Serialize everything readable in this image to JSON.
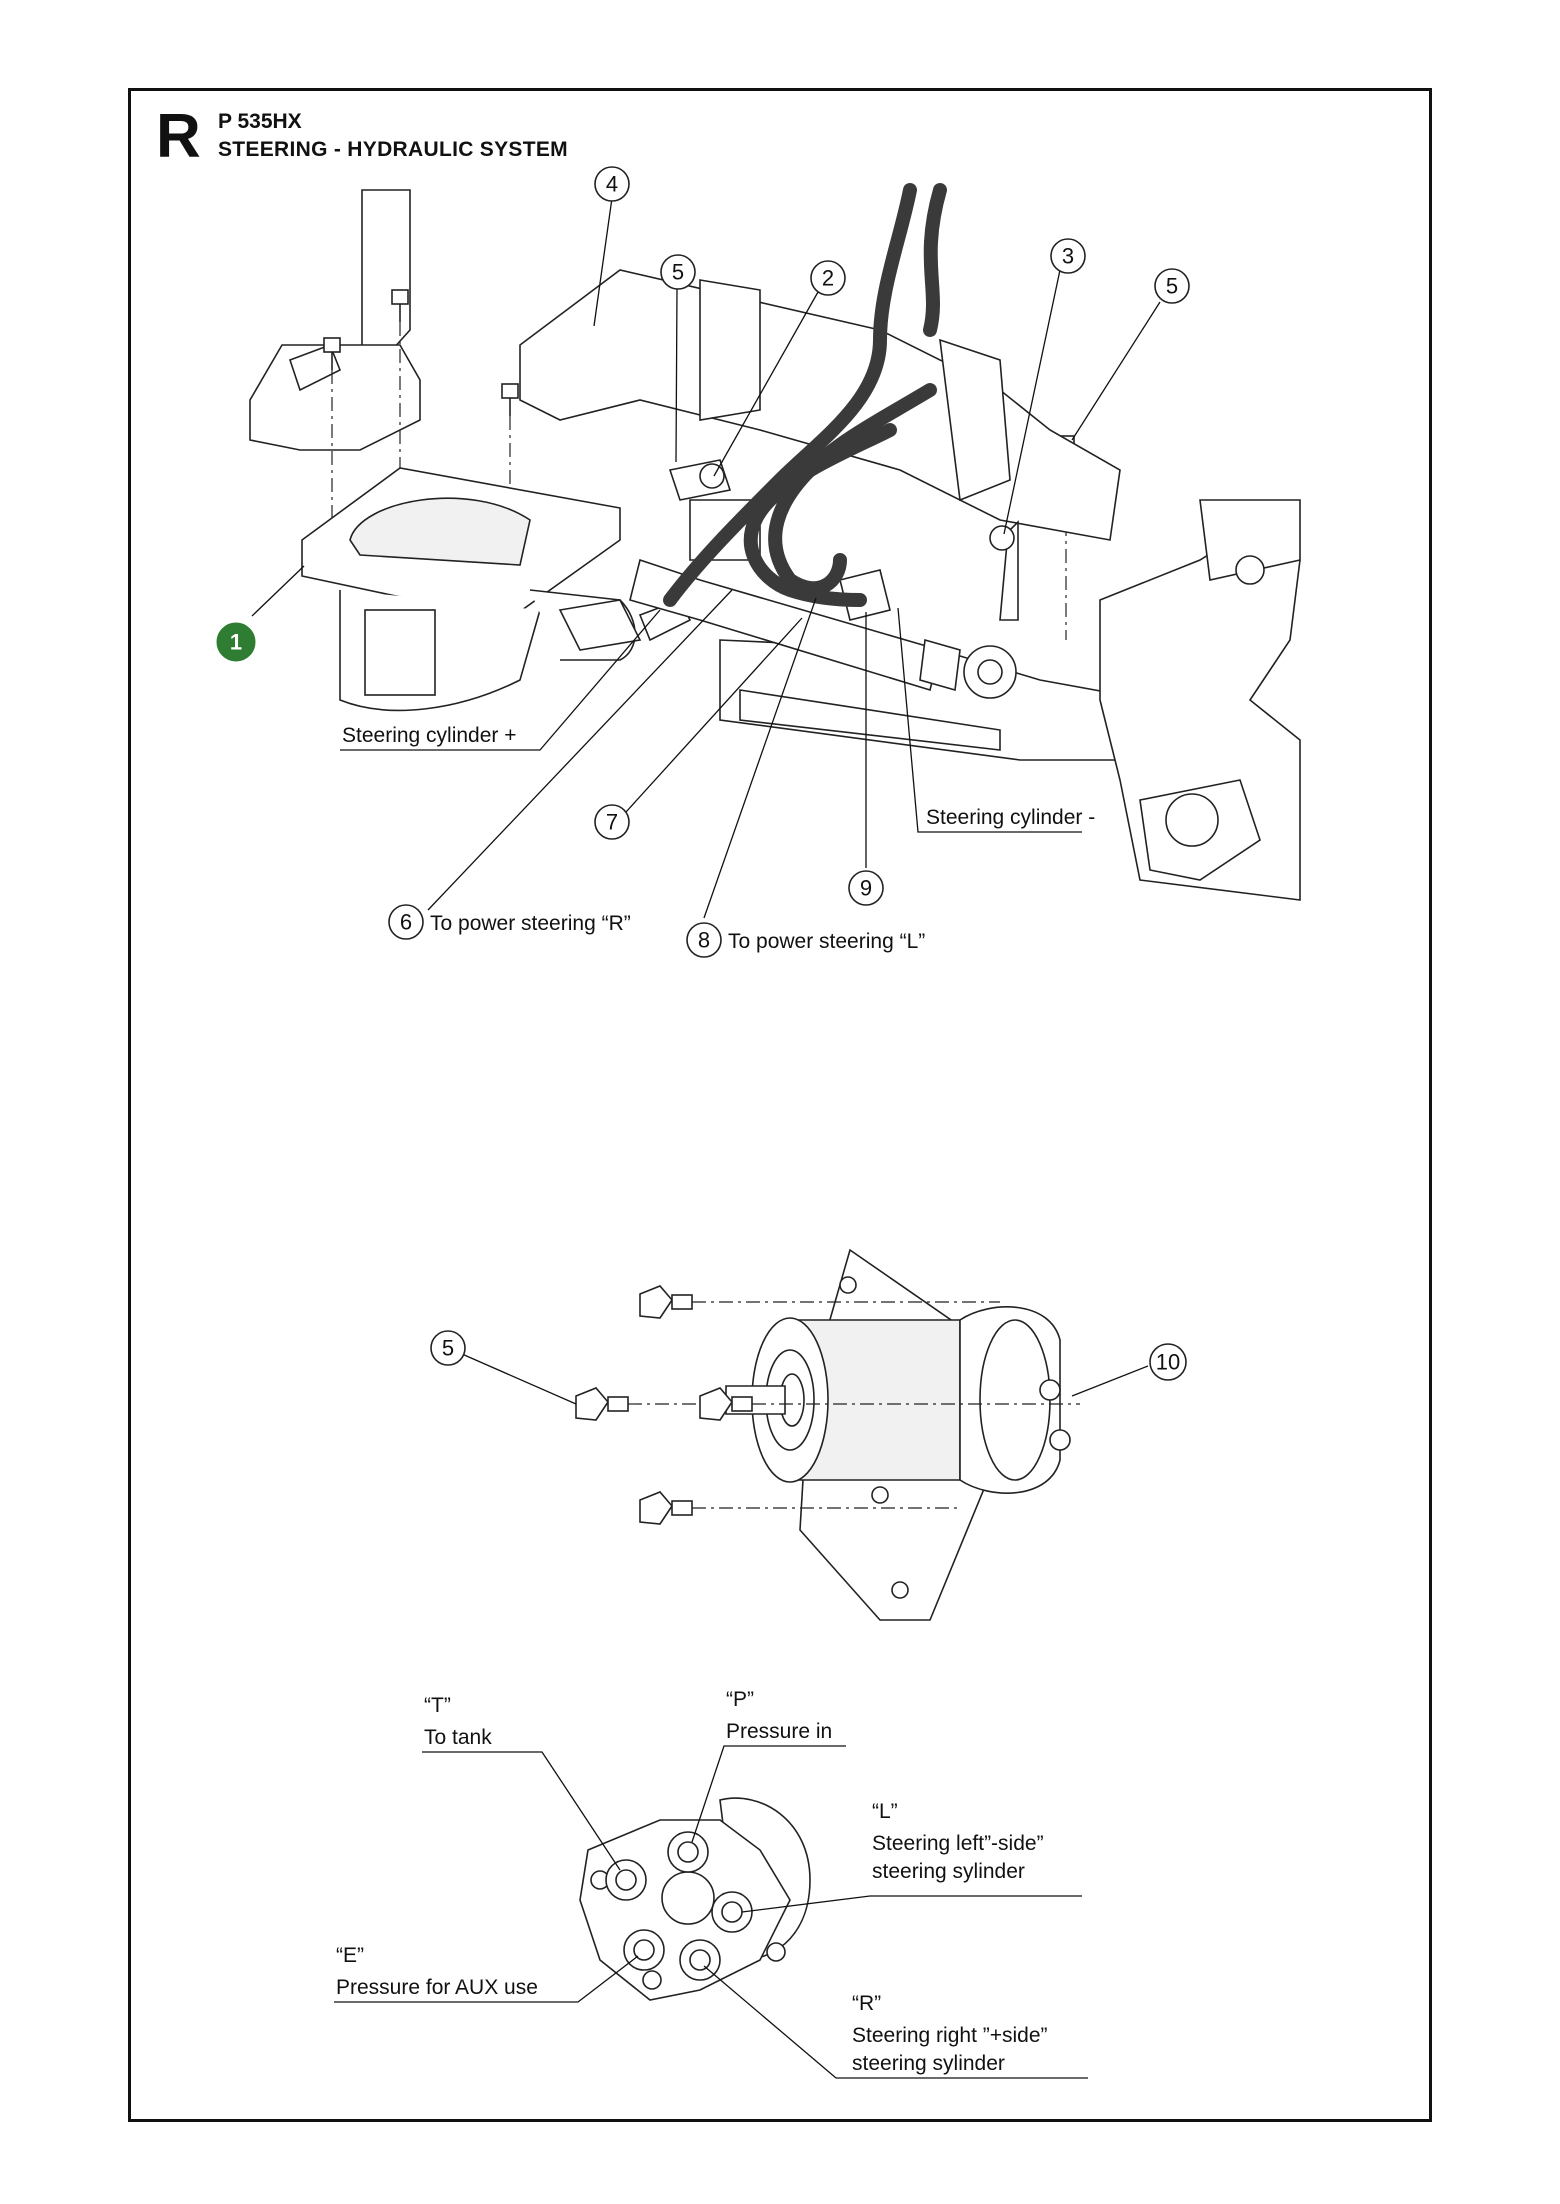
{
  "header": {
    "section_letter": "R",
    "model": "P 535HX",
    "title": "STEERING - HYDRAULIC SYSTEM"
  },
  "callouts": {
    "c1": "1",
    "c2": "2",
    "c3": "3",
    "c4": "4",
    "c5a": "5",
    "c5b": "5",
    "c6": "6",
    "c7": "7",
    "c8": "8",
    "c9": "9",
    "c5c": "5",
    "c10": "10"
  },
  "labels": {
    "steering_cyl_plus": "Steering cylinder +",
    "steering_cyl_minus": "Steering cylinder -",
    "to_power_r": "To power steering “R”",
    "to_power_l": "To power steering “L”"
  },
  "ports": {
    "t_code": "“T”",
    "t_desc": "To tank",
    "p_code": "“P”",
    "p_desc": "Pressure in",
    "l_code": "“L”",
    "l_desc1": "Steering left”-side”",
    "l_desc2": "steering sylinder",
    "e_code": "“E”",
    "e_desc": "Pressure for AUX use",
    "r_code": "“R”",
    "r_desc1": "Steering right ”+side”",
    "r_desc2": "steering sylinder"
  },
  "colors": {
    "highlight_callout": "#2e7d32",
    "line": "#111111"
  }
}
